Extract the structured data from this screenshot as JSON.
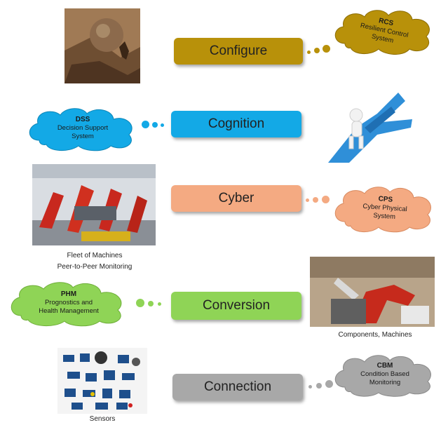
{
  "layers": {
    "configure": {
      "label": "Configure",
      "color": "#b8910a"
    },
    "cognition": {
      "label": "Cognition",
      "color": "#13a9e6"
    },
    "cyber": {
      "label": "Cyber",
      "color": "#f4aa82"
    },
    "conversion": {
      "label": "Conversion",
      "color": "#8fd456"
    },
    "connection": {
      "label": "Connection",
      "color": "#a8a8a8"
    }
  },
  "clouds": {
    "rcs": {
      "title": "RCS",
      "line1": "Resilient Control",
      "line2": "System",
      "color": "#b8910a"
    },
    "dss": {
      "title": "DSS",
      "line1": "Decision Support",
      "line2": "System",
      "color": "#13a9e6"
    },
    "cps": {
      "title": "CPS",
      "line1": "Cyber Physical",
      "line2": "System",
      "color": "#f4aa82"
    },
    "phm": {
      "title": "PHM",
      "line1": "Prognostics and",
      "line2": "Health Management",
      "color": "#8fd456"
    },
    "cbm": {
      "title": "CBM",
      "line1": "Condition Based",
      "line2": "Monitoring",
      "color": "#a8a8a8"
    }
  },
  "captions": {
    "fleet_line1": "Fleet of Machines",
    "fleet_line2": "Peer-to-Peer Monitoring",
    "components": "Components, Machines",
    "sensors": "Sensors"
  }
}
